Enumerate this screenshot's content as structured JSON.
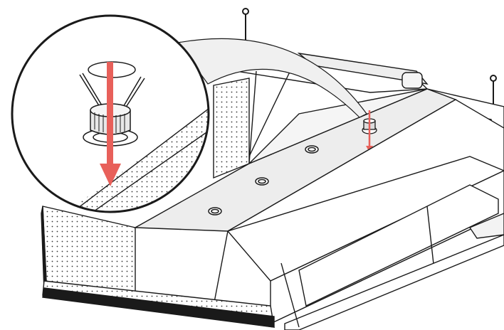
{
  "illustration": {
    "subject": "ceiling-hood-downlight-installation",
    "detail_callout": "downlight-push-in-detail",
    "colors": {
      "line": "#1a1a1a",
      "panel_light": "#f2f2f2",
      "panel_mid": "#e6e6e6",
      "panel_white": "#ffffff",
      "arrow": "#e8605a",
      "arrow_dark": "#c94a44"
    },
    "icons": [
      "downlight-icon",
      "arrow-down-icon",
      "hanging-hook-icon",
      "perforated-panel"
    ]
  }
}
